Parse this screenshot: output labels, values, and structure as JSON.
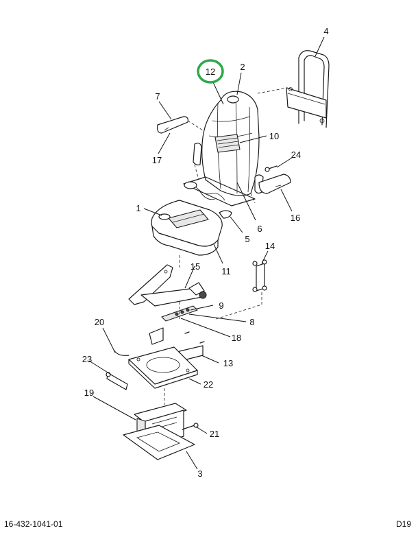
{
  "diagram": {
    "callouts": [
      "12",
      "2",
      "4",
      "7",
      "17",
      "10",
      "24",
      "1",
      "6",
      "16",
      "5",
      "11",
      "14",
      "15",
      "9",
      "8",
      "18",
      "20",
      "13",
      "23",
      "22",
      "19",
      "21",
      "3"
    ],
    "highlight_color": "#2ea84a"
  },
  "footer": {
    "part_number": "16-432-1041-01",
    "page_code": "D19"
  }
}
